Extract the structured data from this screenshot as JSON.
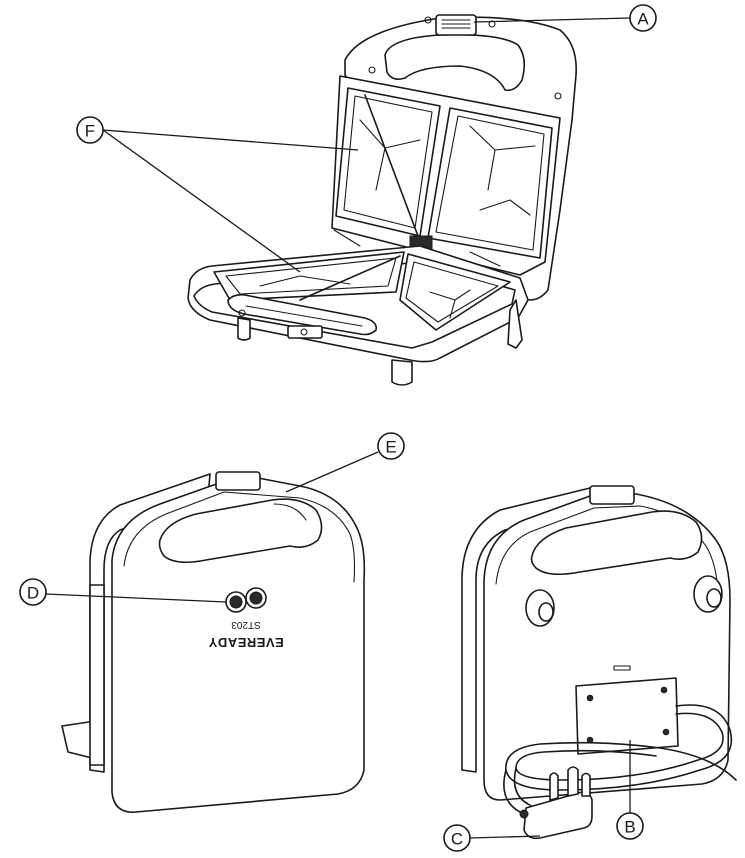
{
  "callouts": {
    "a": "A",
    "b": "B",
    "c": "C",
    "d": "D",
    "e": "E",
    "f": "F"
  },
  "product": {
    "brand": "EVEREADY",
    "model": "ST203"
  }
}
